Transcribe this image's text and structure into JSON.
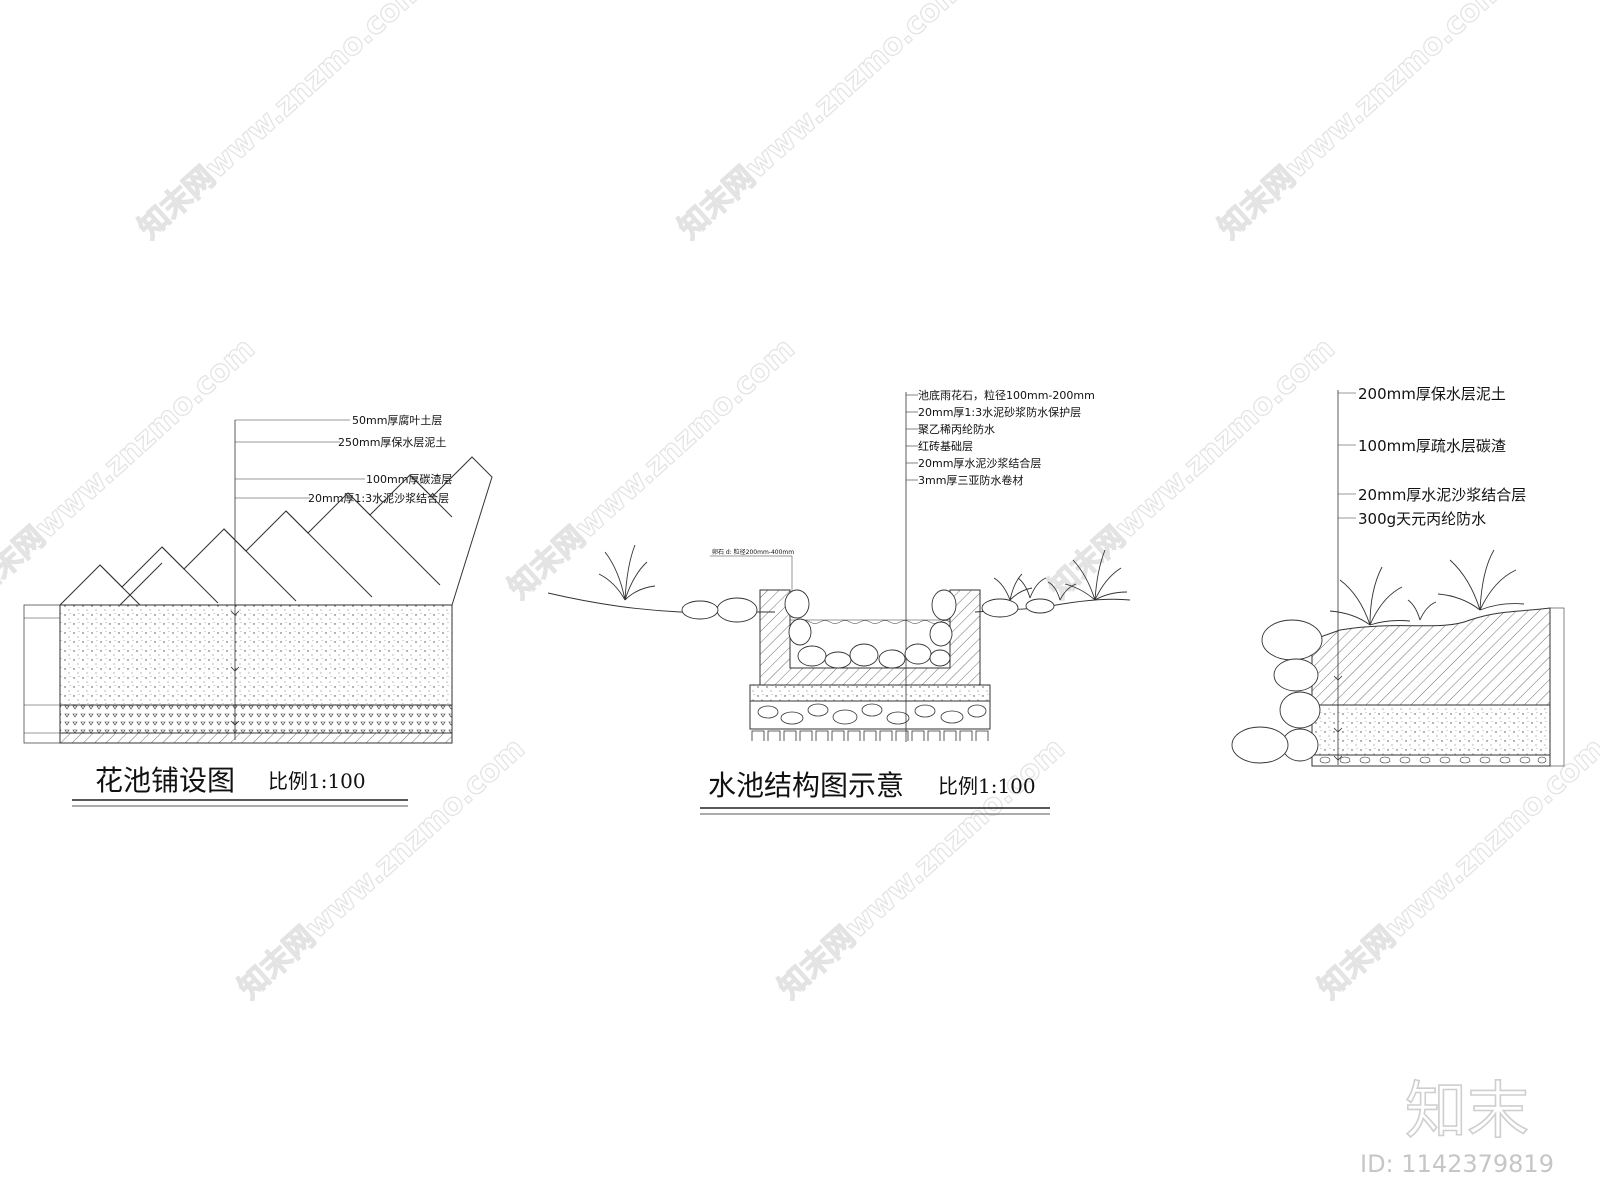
{
  "watermark": {
    "tile_text": "知末网www.znzmo.com",
    "brand_text": "知末",
    "id_text": "ID: 1142379819"
  },
  "flower_bed": {
    "title": "花池铺设图",
    "scale": "比例1:100",
    "layers": [
      "50mm厚腐叶土层",
      "250mm厚保水层泥土",
      "100mm厚碳渣层",
      "20mm厚1:3水泥沙浆结合层"
    ]
  },
  "pond": {
    "title": "水池结构图示意",
    "scale": "比例1:100",
    "side_note": "卵石 d: 粒径200mm-400mm",
    "layers": [
      "池底雨花石，粒径100mm-200mm",
      "20mm厚1:3水泥砂浆防水保护层",
      "聚乙稀丙纶防水",
      "红砖基础层",
      "20mm厚水泥沙浆结合层",
      "3mm厚三亚防水卷材"
    ]
  },
  "planter": {
    "layers": [
      "200mm厚保水层泥土",
      "100mm厚疏水层碳渣",
      "20mm厚水泥沙浆结合层",
      "300g天元丙纶防水"
    ]
  }
}
